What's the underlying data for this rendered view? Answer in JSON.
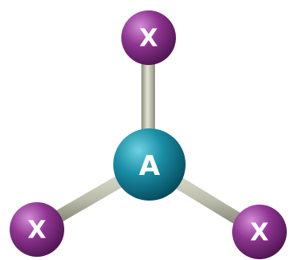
{
  "molecule": {
    "central_atom": {
      "label": "A",
      "color": "#0f7f96"
    },
    "ligands": [
      {
        "label": "X",
        "color": "#8a2d8e"
      },
      {
        "label": "X",
        "color": "#8a2d8e"
      },
      {
        "label": "X",
        "color": "#8a2d8e"
      }
    ],
    "bond_color": "#b9b9a7"
  }
}
